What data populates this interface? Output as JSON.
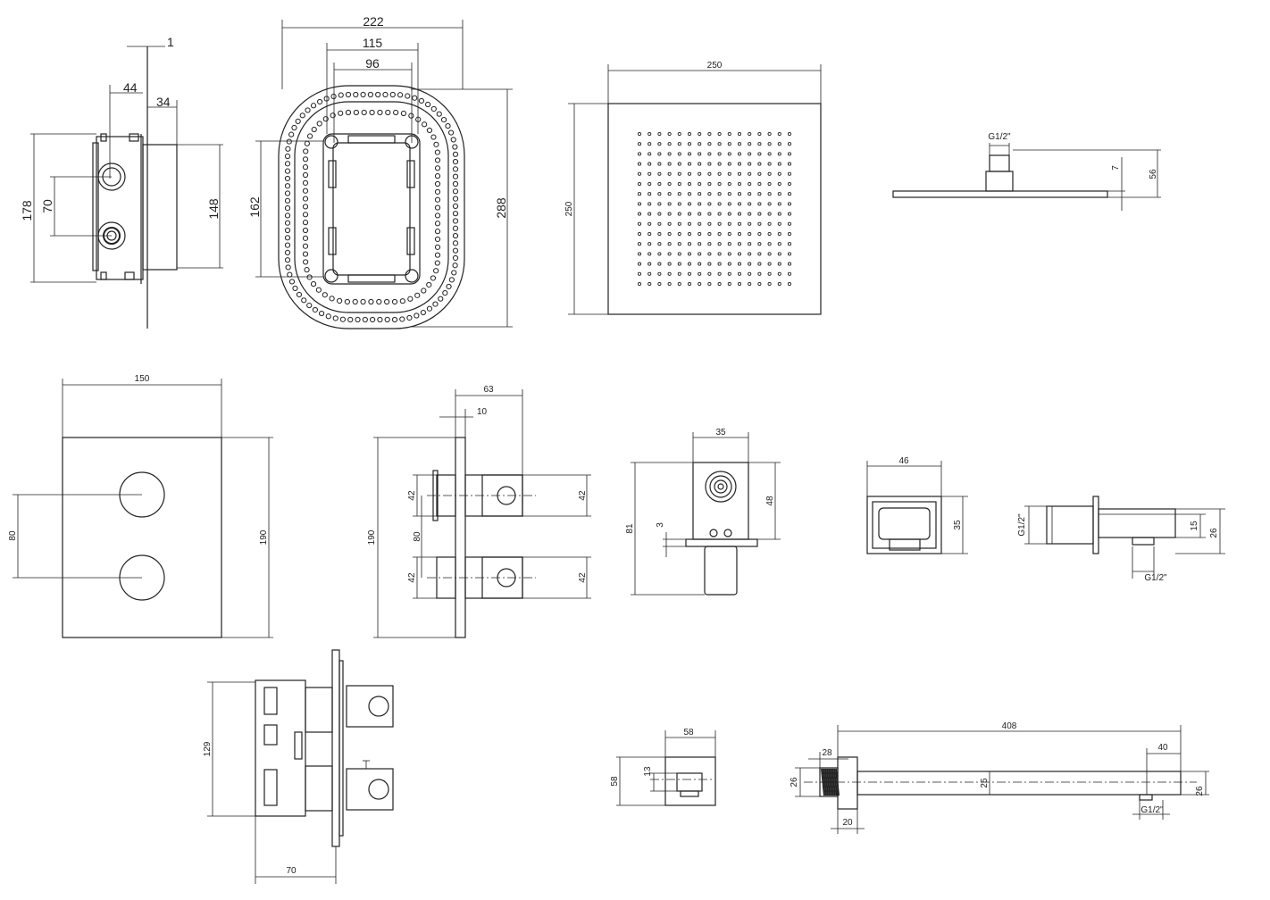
{
  "drawing": {
    "colors": {
      "line": "#222222",
      "background": "#ffffff"
    },
    "views": {
      "box_side": {
        "d1": "1",
        "d44": "44",
        "d34": "34",
        "d178": "178",
        "d70": "70",
        "d148": "148"
      },
      "box_front": {
        "d222": "222",
        "d115": "115",
        "d96": "96",
        "d162": "162",
        "d288": "288"
      },
      "shower_head_front": {
        "d250w": "250",
        "d250h": "250"
      },
      "shower_head_side": {
        "thread": "G1/2\"",
        "d7": "7",
        "d56": "56"
      },
      "trim_plate": {
        "d150": "150",
        "d80": "80",
        "d190": "190"
      },
      "trim_side": {
        "d63": "63",
        "d10": "10",
        "d42a": "42",
        "d42b": "42",
        "d80": "80",
        "d190": "190",
        "d42c": "42",
        "d42d": "42"
      },
      "holder": {
        "d35": "35",
        "d81": "81",
        "d3": "3",
        "d48": "48"
      },
      "outlet_front": {
        "d46": "46",
        "d35": "35"
      },
      "outlet_side": {
        "thread_in": "G1/2\"",
        "thread_out": "G1/2\"",
        "d15": "15",
        "d26": "26"
      },
      "valve_side": {
        "d129": "129",
        "d70": "70"
      },
      "wall_connector": {
        "d58w": "58",
        "d58h": "58",
        "d13": "13"
      },
      "arm": {
        "d408": "408",
        "d28": "28",
        "d40": "40",
        "d26a": "26",
        "d25": "25",
        "d20": "20",
        "d26b": "26",
        "thread": "G1/2\""
      }
    }
  }
}
